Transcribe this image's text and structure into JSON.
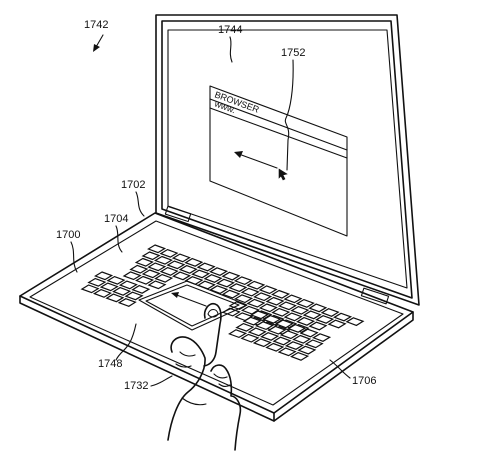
{
  "figure": {
    "refs": {
      "r1742": "1742",
      "r1744": "1744",
      "r1752": "1752",
      "r1702": "1702",
      "r1704": "1704",
      "r1700": "1700",
      "r1748": "1748",
      "r1732": "1732",
      "r1706": "1706"
    },
    "window": {
      "title": "BROWSER",
      "url": "www."
    }
  }
}
